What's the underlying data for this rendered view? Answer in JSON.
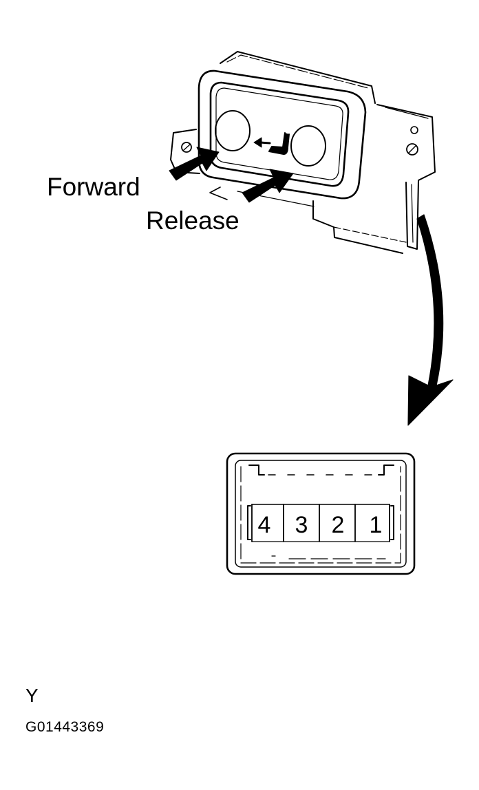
{
  "labels": {
    "forward": "Forward",
    "release": "Release",
    "view": "Y",
    "figure_code": "G01443369"
  },
  "connector": {
    "pins": [
      "4",
      "3",
      "2",
      "1"
    ]
  },
  "icons": {
    "switch": "seat-switch-icon",
    "arrow": "curved-arrow-icon"
  },
  "colors": {
    "ink": "#000000",
    "paper": "#ffffff"
  }
}
